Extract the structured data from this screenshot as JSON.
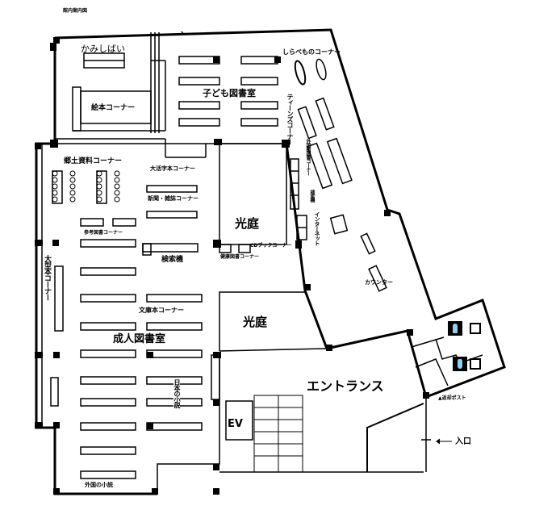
{
  "title": "館内案内図",
  "areas": {
    "kamishibai": "かみしばい",
    "ehon": "絵本コーナー",
    "kodomo": "子ども図書室",
    "shirabemono": "しらべものコーナー",
    "teens": "ティーンズコーナー",
    "gaikokugo": "外国語図書コーナー",
    "kensaku_ki_right": "検索機",
    "internet": "インターネット",
    "counter": "カウンター",
    "kyodo": "郷土資料コーナー",
    "daikatsuji": "大活字本コーナー",
    "shinbun": "新聞・雑誌コーナー",
    "sanko": "参考図書コーナー",
    "kensaku_ki": "検索機",
    "kotei1": "光庭",
    "cd": "CDブックコーナー",
    "kenko": "健康図書コーナー",
    "ogata": "大型本コーナー",
    "bunko": "文庫本コーナー",
    "seijin": "成人図書室",
    "kotei2": "光庭",
    "entrance": "エントランス",
    "nihon": "日本の小説",
    "ev": "EV",
    "gaikoku": "外国の小説",
    "henkyaku": "▲返却ポスト",
    "iriguchi": "入口"
  },
  "icons": [
    "restroom-male-icon",
    "restroom-female-icon",
    "arrow-left-icon"
  ],
  "colors": {
    "wall": "#000000",
    "restroom_icon_bg": "#000000",
    "restroom_figure": "#8fd3f0"
  }
}
